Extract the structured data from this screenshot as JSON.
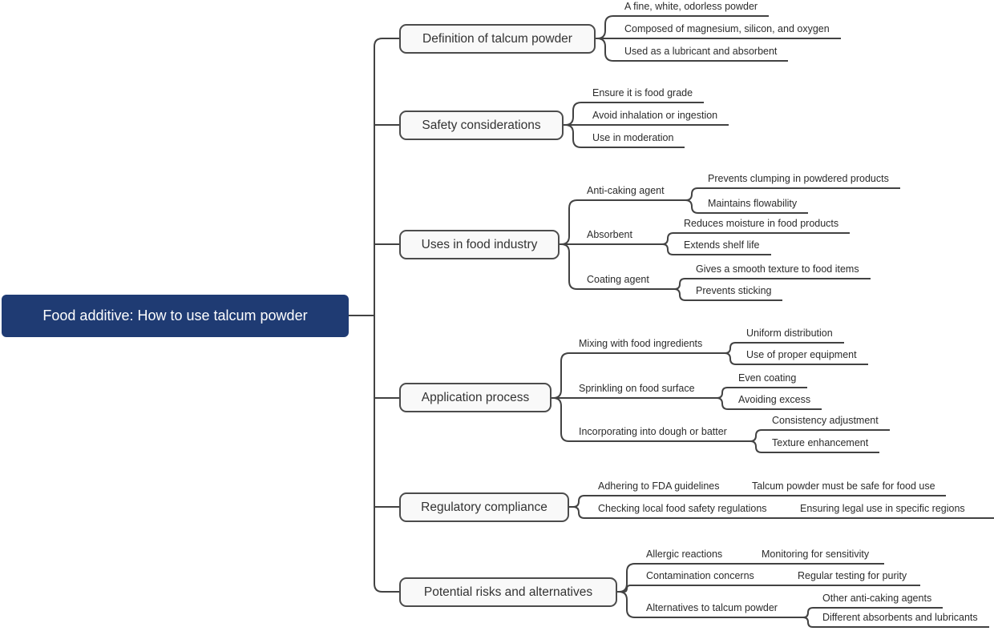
{
  "root": {
    "label": "Food additive: How to use talcum powder"
  },
  "colors": {
    "root_bg": "#1f3b73",
    "root_text": "#ffffff",
    "line": "#424242",
    "branch_bg": "#f9f9f9",
    "branch_border": "#4c4c4c",
    "text": "#2b2b2b"
  },
  "branches": [
    {
      "label": "Definition of talcum powder",
      "children": [
        {
          "label": "A fine, white, odorless powder"
        },
        {
          "label": "Composed of magnesium, silicon, and oxygen"
        },
        {
          "label": "Used as a lubricant and absorbent"
        }
      ]
    },
    {
      "label": "Safety considerations",
      "children": [
        {
          "label": "Ensure it is food grade"
        },
        {
          "label": "Avoid inhalation or ingestion"
        },
        {
          "label": "Use in moderation"
        }
      ]
    },
    {
      "label": "Uses in food industry",
      "children": [
        {
          "label": "Anti-caking agent",
          "children": [
            {
              "label": "Prevents clumping in powdered products"
            },
            {
              "label": "Maintains flowability"
            }
          ]
        },
        {
          "label": "Absorbent",
          "children": [
            {
              "label": "Reduces moisture in food products"
            },
            {
              "label": "Extends shelf life"
            }
          ]
        },
        {
          "label": "Coating agent",
          "children": [
            {
              "label": "Gives a smooth texture to food items"
            },
            {
              "label": "Prevents sticking"
            }
          ]
        }
      ]
    },
    {
      "label": "Application process",
      "children": [
        {
          "label": "Mixing with food ingredients",
          "children": [
            {
              "label": "Uniform distribution"
            },
            {
              "label": "Use of proper equipment"
            }
          ]
        },
        {
          "label": "Sprinkling on food surface",
          "children": [
            {
              "label": "Even coating"
            },
            {
              "label": "Avoiding excess"
            }
          ]
        },
        {
          "label": "Incorporating into dough or batter",
          "children": [
            {
              "label": "Consistency adjustment"
            },
            {
              "label": "Texture enhancement"
            }
          ]
        }
      ]
    },
    {
      "label": "Regulatory compliance",
      "children": [
        {
          "label": "Adhering to FDA guidelines",
          "children": [
            {
              "label": "Talcum powder must be safe for food use"
            }
          ]
        },
        {
          "label": "Checking local food safety regulations",
          "children": [
            {
              "label": "Ensuring legal use in specific regions"
            }
          ]
        }
      ]
    },
    {
      "label": "Potential risks and alternatives",
      "children": [
        {
          "label": "Allergic reactions",
          "children": [
            {
              "label": "Monitoring for sensitivity"
            }
          ]
        },
        {
          "label": "Contamination concerns",
          "children": [
            {
              "label": "Regular testing for purity"
            }
          ]
        },
        {
          "label": "Alternatives to talcum powder",
          "children": [
            {
              "label": "Other anti-caking agents"
            },
            {
              "label": "Different absorbents and lubricants"
            }
          ]
        }
      ]
    }
  ]
}
